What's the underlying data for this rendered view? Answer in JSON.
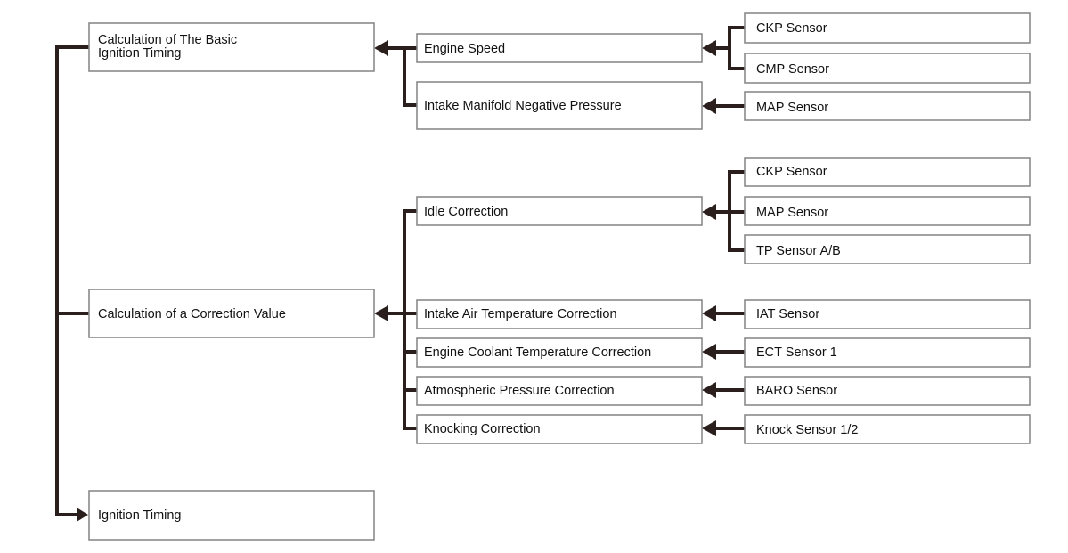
{
  "outputs": {
    "basic_timing": [
      "Calculation of The Basic",
      "Ignition Timing"
    ],
    "correction_value": "Calculation of a Correction Value",
    "ignition_timing": "Ignition Timing"
  },
  "inputs": {
    "engine_speed": "Engine Speed",
    "intake_manifold": "Intake Manifold Negative Pressure",
    "idle_correction": "Idle Correction",
    "iat_correction": "Intake Air Temperature Correction",
    "ect_correction": "Engine Coolant Temperature Correction",
    "atm_correction": "Atmospheric Pressure Correction",
    "knock_correction": "Knocking Correction"
  },
  "sensors": {
    "ckp_1": "CKP Sensor",
    "cmp": "CMP Sensor",
    "map_1": "MAP Sensor",
    "ckp_2": "CKP Sensor",
    "map_2": "MAP Sensor",
    "tp": "TP Sensor A/B",
    "iat": "IAT Sensor",
    "ect": "ECT Sensor 1",
    "baro": "BARO Sensor",
    "knock": "Knock Sensor 1/2"
  },
  "colors": {
    "connector": "#2a1f1c",
    "box_border": "#8a8a8a",
    "text": "#111111"
  }
}
